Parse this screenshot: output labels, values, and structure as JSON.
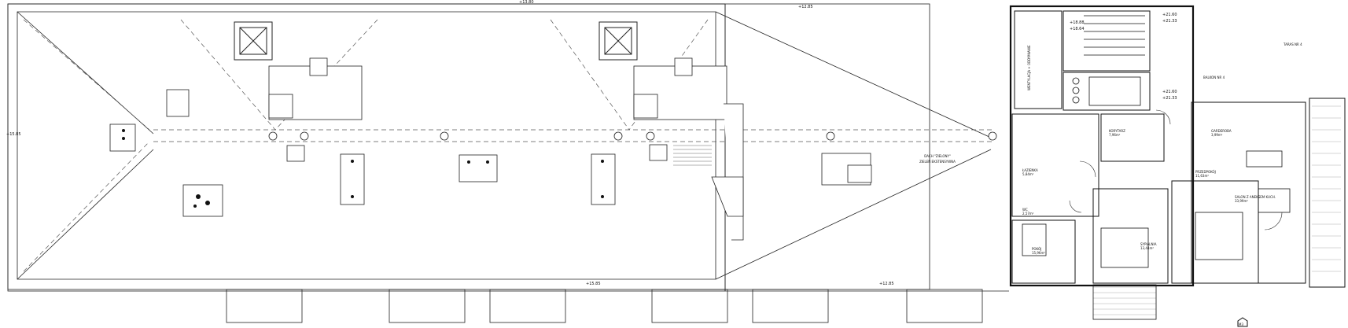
{
  "levels": {
    "top_center": "+13.80",
    "top_mid": "+12.85",
    "left": "+15.85",
    "bottom_a": "+15.85",
    "bottom_b": "+12.85",
    "stair_a": "+21.60",
    "stair_b": "+21.33",
    "stair_c": "+21.60",
    "stair_d": "+21.33",
    "entry_a": "+18.88",
    "entry_b": "+18.64"
  },
  "roof_label": {
    "line1": "DACH \"ZIELONY\"",
    "line2": "ZIELEŃ EKSTENSYWNA"
  },
  "rooms": [
    {
      "name": "GARDEROBA",
      "area": "3,99m²"
    },
    {
      "name": "ŁAZIENKA",
      "area": "5,84m²"
    },
    {
      "name": "KORYTARZ",
      "area": "7,96m²"
    },
    {
      "name": "POKÓJ",
      "area": "15,96m²"
    },
    {
      "name": "SYPIALNIA",
      "area": "13,44m²"
    },
    {
      "name": "WC",
      "area": "2,57m²"
    },
    {
      "name": "SALON Z ANEKSEM KUCH.",
      "area": "33,99m²"
    },
    {
      "name": "PRZEDPOKÓJ",
      "area": "11,63m²"
    }
  ],
  "vertical_labels": {
    "shaft": "WENTYLACJA + ODDYMIANIE"
  },
  "small_labels": {
    "terrace": "TARAS NR 4",
    "balcony": "BALKON NR 4"
  },
  "north_marker": "M3",
  "accent": "#222222"
}
